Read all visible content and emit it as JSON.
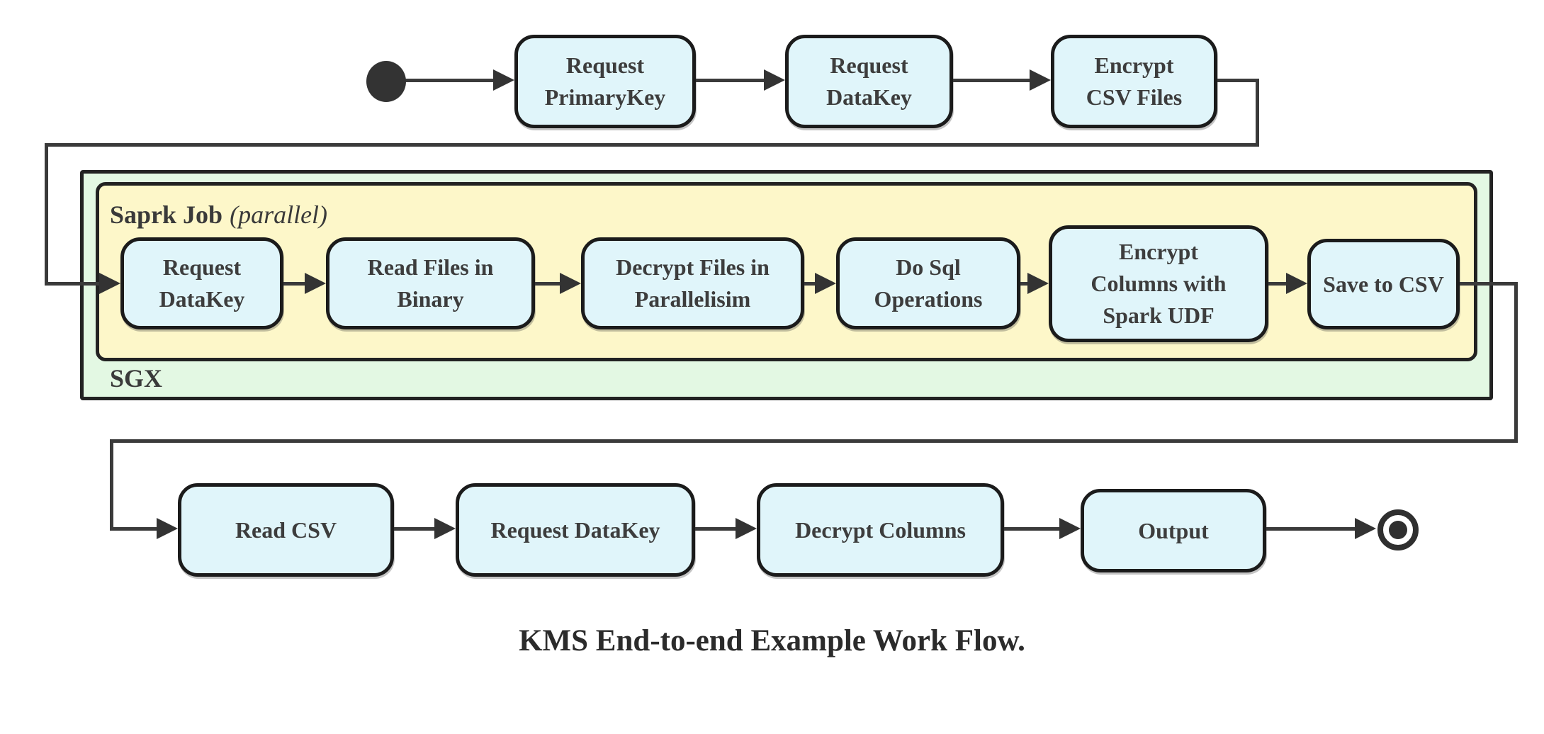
{
  "diagram": {
    "type": "activity-flowchart",
    "caption": "KMS End-to-end Example Work Flow.",
    "colors": {
      "node_fill": "#e0f5fa",
      "sgx_container_fill": "#e3f8e3",
      "spark_container_fill": "#fdf7c9",
      "border": "#1b1b1b",
      "edge": "#3a3a3a",
      "text": "#3d3d3d"
    },
    "containers": {
      "sgx_label": "SGX",
      "spark_label": "Saprk Job",
      "spark_annotation": "(parallel)"
    },
    "nodes": {
      "t1": "Request\nPrimaryKey",
      "t2": "Request\nDataKey",
      "t3": "Encrypt\nCSV Files",
      "m1": "Request\nDataKey",
      "m2": "Read Files in\nBinary",
      "m3": "Decrypt Files in\nParallelisim",
      "m4": "Do Sql\nOperations",
      "m5": "Encrypt\nColumns with\nSpark UDF",
      "m6": "Save to CSV",
      "b1": "Read CSV",
      "b2": "Request DataKey",
      "b3": "Decrypt Columns",
      "b4": "Output"
    }
  }
}
